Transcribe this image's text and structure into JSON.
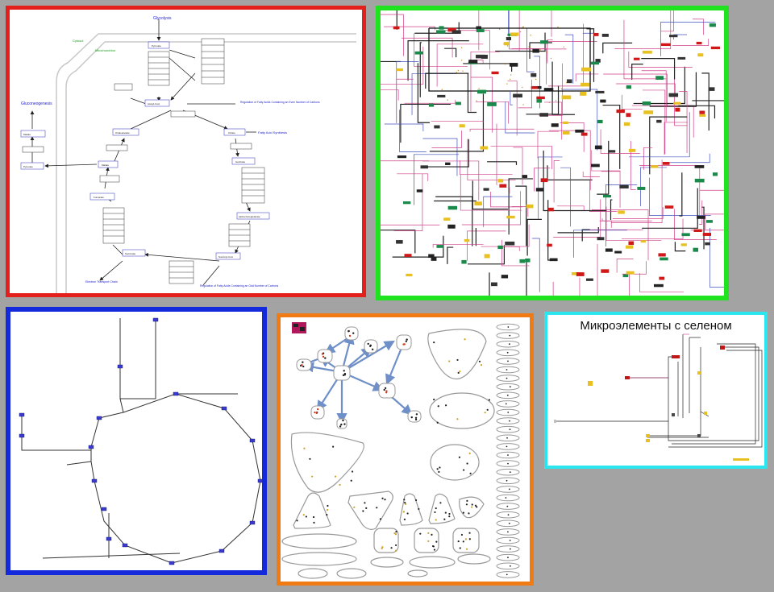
{
  "panels": {
    "red": {
      "labels": {
        "glycolysis": "Glycolysis",
        "cytosol": "Cytosol",
        "mitochondrion": "Mitochondrion",
        "gluconeogenesis": "Gluconeogenesis",
        "fatty_even": "Regulation of Fatty Acids Containing an Even Number of Carbons",
        "fatty_odd": "Regulation of Fatty Acids Containing an Odd Number of Carbons",
        "fatty_synthesis": "Fatty Acid Synthesis",
        "electron": "Electron Transport Chain"
      },
      "nodes": [
        "Pyruvate",
        "Acetyl-CoA",
        "Citrate",
        "Isocitrate",
        "Alpha-Ketoglutarate",
        "Succinyl-CoA",
        "Succinate",
        "Fumarate",
        "Malate",
        "Oxaloacetate",
        "Oxaloacetate",
        "Phosphoenolpyruvate",
        "Malate",
        "Pyruvate"
      ]
    },
    "cyan": {
      "title": "Микроэлементы с селеном"
    }
  },
  "colors": {
    "red_border": "#e3201b",
    "green_border": "#1ee31e",
    "blue_border": "#1428dc",
    "orange_border": "#f07a14",
    "cyan_border": "#2ce6ef",
    "background": "#a3a3a3",
    "link_magenta": "#d0408a",
    "node_blue": "#3030c0",
    "edge_arrow": "#6e8fc8"
  }
}
